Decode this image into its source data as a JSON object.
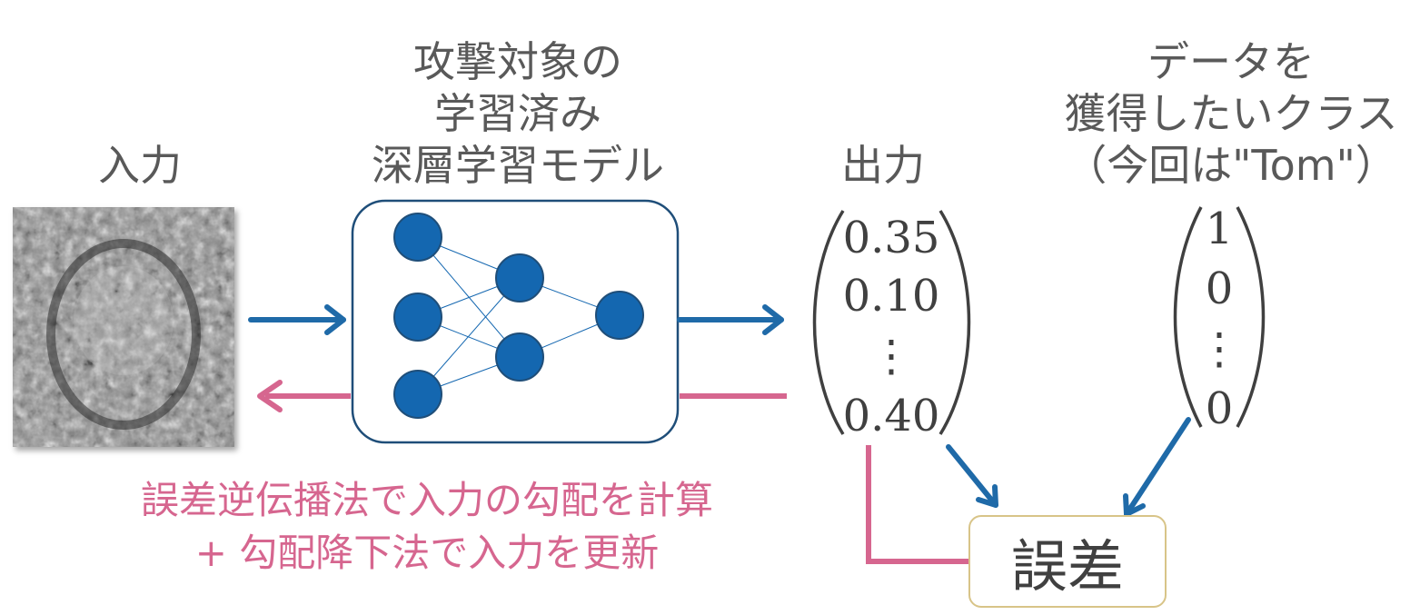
{
  "labels": {
    "input": "入力",
    "model_line1": "攻撃対象の",
    "model_line2": "学習済み",
    "model_line3": "深層学習モデル",
    "output": "出力",
    "target_line1": "データを",
    "target_line2": "獲得したいクラス",
    "target_line3": "（今回は\"Tom\"）"
  },
  "output_vector": [
    "0.35",
    "0.10",
    "⋮",
    "0.40"
  ],
  "target_vector": [
    "1",
    "0",
    "⋮",
    "0"
  ],
  "error_label": "誤差",
  "caption_line1": "誤差逆伝播法で入力の勾配を計算",
  "caption_line2": "+ 勾配降下法で入力を更新",
  "colors": {
    "forward_arrow": "#1f6aa8",
    "backward_arrow": "#d6668f",
    "node": "#1467b0",
    "model_border": "#1f4e79",
    "error_border": "#d8c488",
    "text": "#595959"
  }
}
